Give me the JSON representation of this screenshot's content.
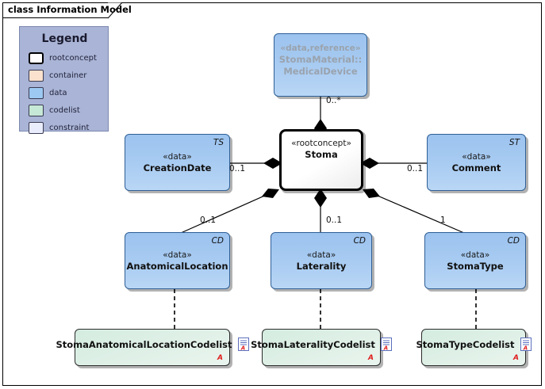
{
  "frame": {
    "title": "class Information Model"
  },
  "legend": {
    "title": "Legend",
    "items": [
      {
        "label": "rootconcept",
        "color": "#ffffff",
        "style": "thick"
      },
      {
        "label": "container",
        "color": "#fae2ce",
        "style": "normal"
      },
      {
        "label": "data",
        "color": "#9cc9f2",
        "style": "normal"
      },
      {
        "label": "codelist",
        "color": "#c6e8d6",
        "style": "normal"
      },
      {
        "label": "constraint",
        "color": "#e9ecfb",
        "style": "normal"
      }
    ]
  },
  "nodes": {
    "medical_device": {
      "stereotype": "«data,reference»",
      "name_line1": "StomaMaterial::",
      "name_line2": "MedicalDevice",
      "tag": ""
    },
    "stoma": {
      "stereotype": "«rootconcept»",
      "name": "Stoma"
    },
    "creation_date": {
      "stereotype": "«data»",
      "name": "CreationDate",
      "tag": "TS"
    },
    "comment": {
      "stereotype": "«data»",
      "name": "Comment",
      "tag": "ST"
    },
    "anatomical_location": {
      "stereotype": "«data»",
      "name": "AnatomicalLocation",
      "tag": "CD"
    },
    "laterality": {
      "stereotype": "«data»",
      "name": "Laterality",
      "tag": "CD"
    },
    "stoma_type": {
      "stereotype": "«data»",
      "name": "StomaType",
      "tag": "CD"
    },
    "anatomical_location_codelist": {
      "name": "StomaAnatomicalLocationCodelist",
      "marker": "A"
    },
    "laterality_codelist": {
      "name": "StomaLateralityCodelist",
      "marker": "A"
    },
    "stoma_type_codelist": {
      "name": "StomaTypeCodelist",
      "marker": "A"
    }
  },
  "multiplicities": {
    "medical_device": "0..*",
    "creation_date": "0..1",
    "comment": "0..1",
    "anatomical_location": "0..1",
    "laterality": "0..1",
    "stoma_type": "1"
  },
  "colors": {
    "legend_bg": "#a9b4d6",
    "data_fill": "#a6caf1",
    "codelist_fill": "#dff0e7",
    "root_fill": "#ffffff",
    "reference_text": "#9aa3ae",
    "marker_red": "#e01b1b"
  }
}
